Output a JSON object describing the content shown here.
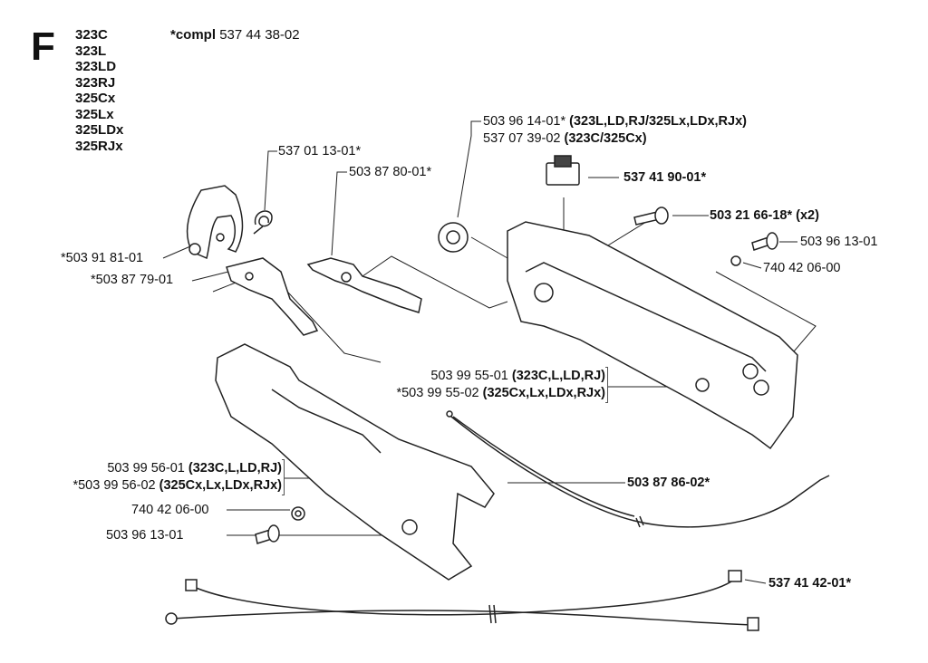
{
  "section": "F",
  "models": [
    "323C",
    "323L",
    "323LD",
    "323RJ",
    "325Cx",
    "325Lx",
    "325LDx",
    "325RJx"
  ],
  "compl": {
    "prefix": "*compl",
    "number": "537 44 38-02"
  },
  "labels": {
    "p_537011301": "537 01 13-01*",
    "p_503878001": "503 87 80-01*",
    "p_503918101": "*503 91 81-01",
    "p_503877901": "*503 87 79-01",
    "p_503961401_num": "503 96 14-01*",
    "p_503961401_models": "(323L,LD,RJ/325Lx,LDx,RJx)",
    "p_537073902_num": "537 07 39-02",
    "p_537073902_models": "(323C/325Cx)",
    "p_537419001": "537 41 90-01*",
    "p_503216618": "503 21 66-18* (x2)",
    "p_503961301_a": "503 96 13-01",
    "p_740420600_a": "740 42 06-00",
    "p_503995501_num": "503 99 55-01",
    "p_503995501_models": "(323C,L,LD,RJ)",
    "p_503995502_num": "*503 99 55-02",
    "p_503995502_models": "(325Cx,Lx,LDx,RJx)",
    "p_503995601_num": "503 99 56-01",
    "p_503995601_models": "(323C,L,LD,RJ)",
    "p_503995602_num": "*503 99 56-02",
    "p_503995602_models": "(325Cx,Lx,LDx,RJx)",
    "p_740420600_b": "740 42 06-00",
    "p_503961301_b": "503 96 13-01",
    "p_503878602": "503 87 86-02*",
    "p_537414201": "537 41 42-01*"
  }
}
